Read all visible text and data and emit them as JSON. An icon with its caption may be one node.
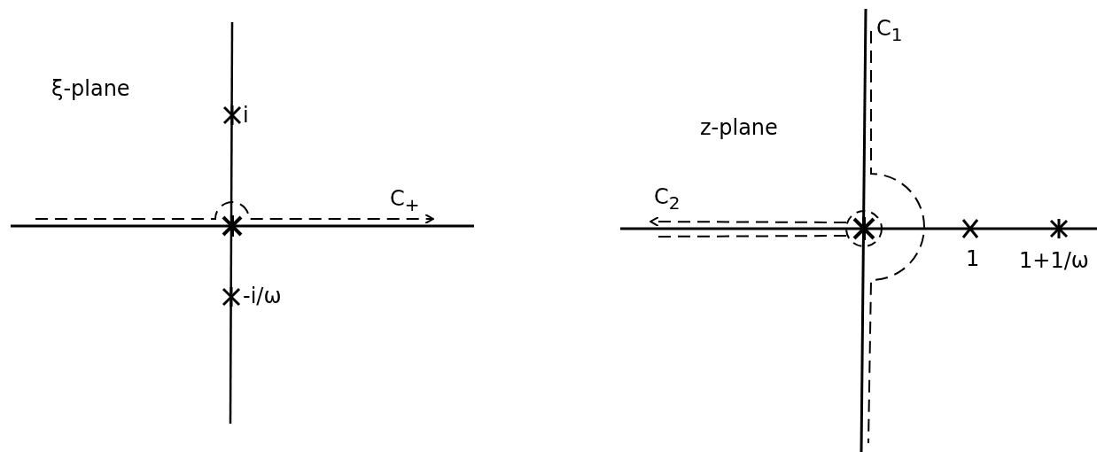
{
  "diagram": {
    "labels": [
      "ξ-plane",
      "i",
      "C$_{+}$",
      "-i/ω",
      "C$_{1}$",
      "z-plane",
      "C$_{2}$",
      "1",
      "1+1/ω"
    ]
  }
}
